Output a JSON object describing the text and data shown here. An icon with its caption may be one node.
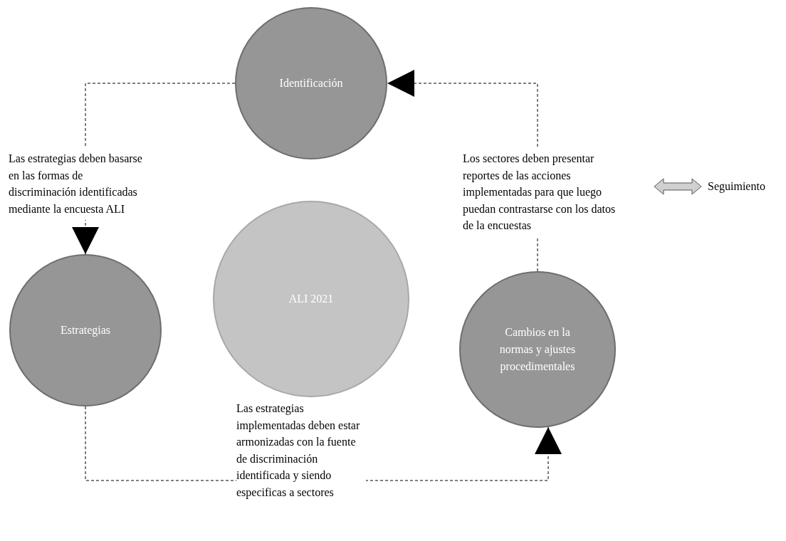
{
  "diagram": {
    "nodes": [
      {
        "text": [
          "Identificación"
        ]
      },
      {
        "text": [
          "Estrategias"
        ]
      },
      {
        "text": [
          "ALI 2021"
        ]
      },
      {
        "text": [
          "Cambios en la normas y ajustes procedimentales"
        ]
      }
    ],
    "edges": [
      {
        "from": 0,
        "to": 1,
        "arrow": "to",
        "style": "dashed",
        "label": "Las estrategias deben basarse en las formas de discriminación identificadas mediante la encuesta ALI"
      },
      {
        "from": 1,
        "to": 3,
        "arrow": "to",
        "style": "dashed",
        "label": "Las estrategias implementadas deben estar armonizadas con la fuente de discriminación identificada y siendo especificas a sectores"
      },
      {
        "from": 3,
        "to": 0,
        "arrow": "to",
        "style": "dashed",
        "label": "Los sectores deben presentar reportes de las acciones implementadas para que luego puedan contrastarse con los datos de la encuestas"
      }
    ],
    "legend": [
      {
        "text": "Seguimiento"
      }
    ]
  }
}
